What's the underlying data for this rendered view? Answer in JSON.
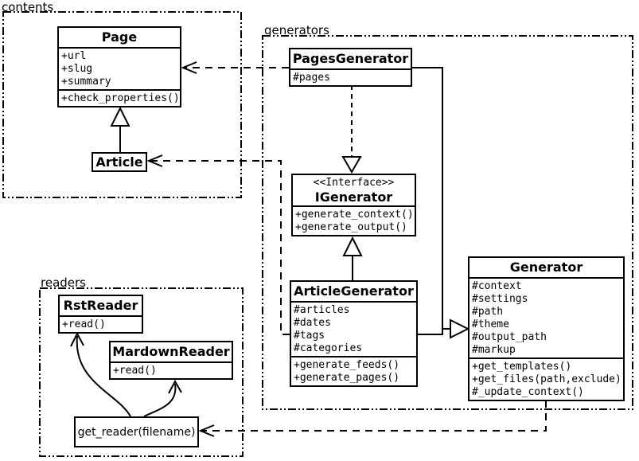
{
  "diagram_title": "Pelican content/generators/readers UML class diagram",
  "colors": {
    "line": "#000000",
    "background": "#ffffff",
    "text": "#000000"
  },
  "packages": {
    "contents": {
      "label": "contents"
    },
    "generators": {
      "label": "generators"
    },
    "readers": {
      "label": "readers"
    }
  },
  "classes": {
    "page": {
      "name": "Page",
      "attributes": [
        "+url",
        "+slug",
        "+summary"
      ],
      "methods": [
        "+check_properties()"
      ]
    },
    "article": {
      "name": "Article"
    },
    "pages_generator": {
      "name": "PagesGenerator",
      "attributes": [
        "#pages"
      ]
    },
    "igenerator": {
      "stereotype": "<<Interface>>",
      "name": "IGenerator",
      "methods": [
        "+generate_context()",
        "+generate_output()"
      ]
    },
    "article_generator": {
      "name": "ArticleGenerator",
      "attributes": [
        "#articles",
        "#dates",
        "#tags",
        "#categories"
      ],
      "methods": [
        "+generate_feeds()",
        "+generate_pages()"
      ]
    },
    "generator": {
      "name": "Generator",
      "attributes": [
        "#context",
        "#settings",
        "#path",
        "#theme",
        "#output_path",
        "#markup"
      ],
      "methods": [
        "+get_templates()",
        "+get_files(path,exclude)",
        "#_update_context()"
      ]
    },
    "rst_reader": {
      "name": "RstReader",
      "methods": [
        "+read()"
      ]
    },
    "mardown_reader": {
      "name": "MardownReader",
      "methods": [
        "+read()"
      ]
    },
    "get_reader": {
      "label": "get_reader(filename)"
    }
  },
  "relationships": [
    {
      "type": "inheritance",
      "from": "Article",
      "to": "Page"
    },
    {
      "type": "realization",
      "from": "PagesGenerator",
      "to": "IGenerator"
    },
    {
      "type": "inheritance",
      "from": "ArticleGenerator",
      "to": "IGenerator"
    },
    {
      "type": "inheritance",
      "from": "PagesGenerator",
      "to": "Generator"
    },
    {
      "type": "inheritance",
      "from": "ArticleGenerator",
      "to": "Generator"
    },
    {
      "type": "dependency",
      "from": "PagesGenerator",
      "to": "Page"
    },
    {
      "type": "dependency",
      "from": "ArticleGenerator",
      "to": "Article"
    },
    {
      "type": "dependency",
      "from": "Generator",
      "to": "get_reader(filename)"
    },
    {
      "type": "arrow",
      "from": "get_reader(filename)",
      "to": "RstReader"
    },
    {
      "type": "arrow",
      "from": "get_reader(filename)",
      "to": "MardownReader"
    }
  ]
}
